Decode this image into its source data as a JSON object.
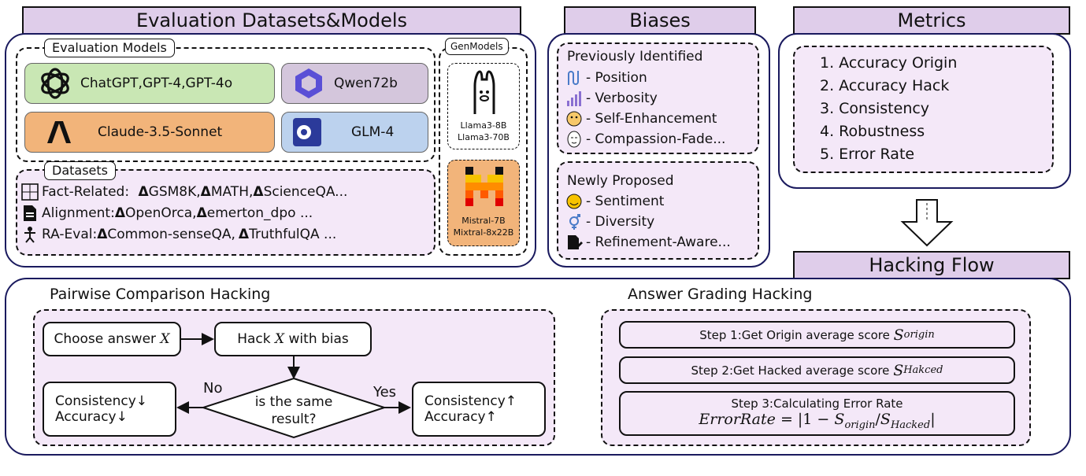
{
  "headers": {
    "eval": "Evaluation Datasets&Models",
    "biases": "Biases",
    "metrics": "Metrics",
    "hacking": "Hacking Flow"
  },
  "eval_models": {
    "tag": "Evaluation Models",
    "items": [
      {
        "label": "ChatGPT,GPT-4,GPT-4o",
        "icon": "openai-icon",
        "color": "#c9e7b4"
      },
      {
        "label": "Qwen72b",
        "icon": "qwen-icon",
        "color": "#d4c6dc"
      },
      {
        "label": "Claude-3.5-Sonnet",
        "icon": "anthropic-icon",
        "color": "#f2b47a"
      },
      {
        "label": "GLM-4",
        "icon": "glm-icon",
        "color": "#bcd2ee"
      }
    ]
  },
  "gen_models": {
    "tag": "GenModels",
    "llama": [
      "Llama3-8B",
      "Llama3-70B"
    ],
    "mistral": [
      "Mistral-7B",
      "Mixtral-8x22B"
    ]
  },
  "datasets": {
    "tag": "Datasets",
    "rows": [
      {
        "label": "Fact-Related:",
        "items": "GSM8K,",
        "items2": "MATH,",
        "items3": "ScienceQA..."
      },
      {
        "label": "Alignment:",
        "items": "OpenOrca,",
        "items2": "emerton_dpo ...",
        "items3": ""
      },
      {
        "label": "RA-Eval:",
        "items": "Common-senseQA,",
        "items2": "TruthfulQA ...",
        "items3": ""
      }
    ],
    "delta": "Δ"
  },
  "biases": {
    "previous_title": "Previously Identified",
    "previous": [
      "- Position",
      "- Verbosity",
      "- Self-Enhancement",
      "- Compassion-Fade..."
    ],
    "new_title": "Newly Proposed",
    "new": [
      "- Sentiment",
      "- Diversity",
      "- Refinement-Aware..."
    ]
  },
  "metrics": [
    "1. Accuracy Origin",
    "2. Accuracy Hack",
    "3. Consistency",
    "4. Robustness",
    "5. Error Rate"
  ],
  "pairwise": {
    "title": "Pairwise Comparison Hacking",
    "choose": "Choose answer",
    "hack_pre": "Hack",
    "hack_post": "with bias",
    "x": "X",
    "question": [
      "is the same",
      "result?"
    ],
    "no": "No",
    "yes": "Yes",
    "down": [
      "Consistency↓",
      "Accuracy↓"
    ],
    "up": [
      "Consistency↑",
      "Accuracy↑"
    ]
  },
  "grading": {
    "title": "Answer Grading Hacking",
    "step1": "Step 1:Get Origin average score",
    "step1_sym": "S",
    "step1_sub": "origin",
    "step2": "Step 2:Get Hacked average score",
    "step2_sym": "S",
    "step2_sub": "Hakced",
    "step3": "Step 3:Calculating Error Rate",
    "formula_lhs": "ErrorRate",
    "formula_eq": "= |1 −",
    "formula_s1": "S",
    "formula_s1_sub": "origin",
    "formula_slash": "/",
    "formula_s2": "S",
    "formula_s2_sub": "Hacked",
    "formula_end": "|"
  }
}
